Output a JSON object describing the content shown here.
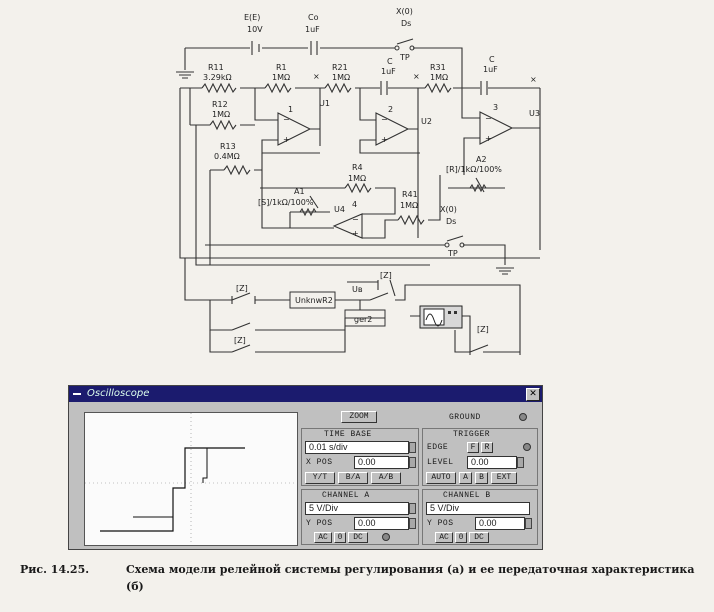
{
  "circuit": {
    "source_e1": "E(E)",
    "source_value": "10V",
    "capacitor_co_label": "Co",
    "capacitor_co_value": "1uF",
    "switch_top_key": "X(0)",
    "switch_top_name": "Ds",
    "switch_tag": "TP",
    "r11_name": "R11",
    "r11_value": "3.29kΩ",
    "r1_name": "R1",
    "r1_value": "1MΩ",
    "r21_name": "R21",
    "r21_value": "1MΩ",
    "c1_name": "C",
    "c1_value": "1uF",
    "r31_name": "R31",
    "r31_value": "1MΩ",
    "c2_name": "C",
    "c2_value": "1uF",
    "r12_name": "R12",
    "r12_value": "1MΩ",
    "r13_name": "R13",
    "r13_value": "0.4MΩ",
    "r4_name": "R4",
    "r4_value": "1MΩ",
    "r41_name": "R41",
    "r41_value": "1MΩ",
    "a1_name": "A1",
    "a1_value": "[S]/1kΩ/100%",
    "a2_name": "A2",
    "a2_value": "[R]/1kΩ/100%",
    "opamp1": "1",
    "opamp2": "2",
    "opamp3": "3",
    "opamp4": "4",
    "u1": "U1",
    "u2": "U2",
    "u3": "U3",
    "u4": "U4",
    "switch_mid_key": "X(0)",
    "switch_mid_name": "Ds",
    "switch_mid_tag": "TP",
    "z1": "[Z]",
    "z2": "[Z]",
    "z3": "[Z]",
    "z4": "[Z]",
    "uv": "Uв",
    "block_unknown": "UnknwR2",
    "block_ger": "ger2"
  },
  "oscilloscope": {
    "title": "Oscilloscope",
    "close": "✕",
    "zoom": "ZOOM",
    "ground": "GROUND",
    "time_base": {
      "label": "TIME BASE",
      "value": "0.01 s/div",
      "xpos_label": "X POS",
      "xpos_value": "0.00",
      "btn_yt": "Y/T",
      "btn_ba": "B/A",
      "btn_ab": "A/B"
    },
    "trigger": {
      "label": "TRIGGER",
      "edge_label": "EDGE",
      "edge_f": "F",
      "edge_r": "R",
      "level_label": "LEVEL",
      "level_value": "0.00",
      "auto": "AUTO",
      "a": "A",
      "b": "B",
      "ext": "EXT"
    },
    "channel_a": {
      "label": "CHANNEL A",
      "value": "5 V/Div",
      "ypos_label": "Y POS",
      "ypos_value": "0.00",
      "ac": "AC",
      "zero": "0",
      "dc": "DC"
    },
    "channel_b": {
      "label": "CHANNEL B",
      "value": "5 V/Div",
      "ypos_label": "Y POS",
      "ypos_value": "0.00",
      "ac": "AC",
      "zero": "0",
      "dc": "DC"
    }
  },
  "caption": {
    "figure": "Рис. 14.25.",
    "text": "Схема модели релейной системы регулирования (а) и ее передаточная характеристика (б)"
  }
}
